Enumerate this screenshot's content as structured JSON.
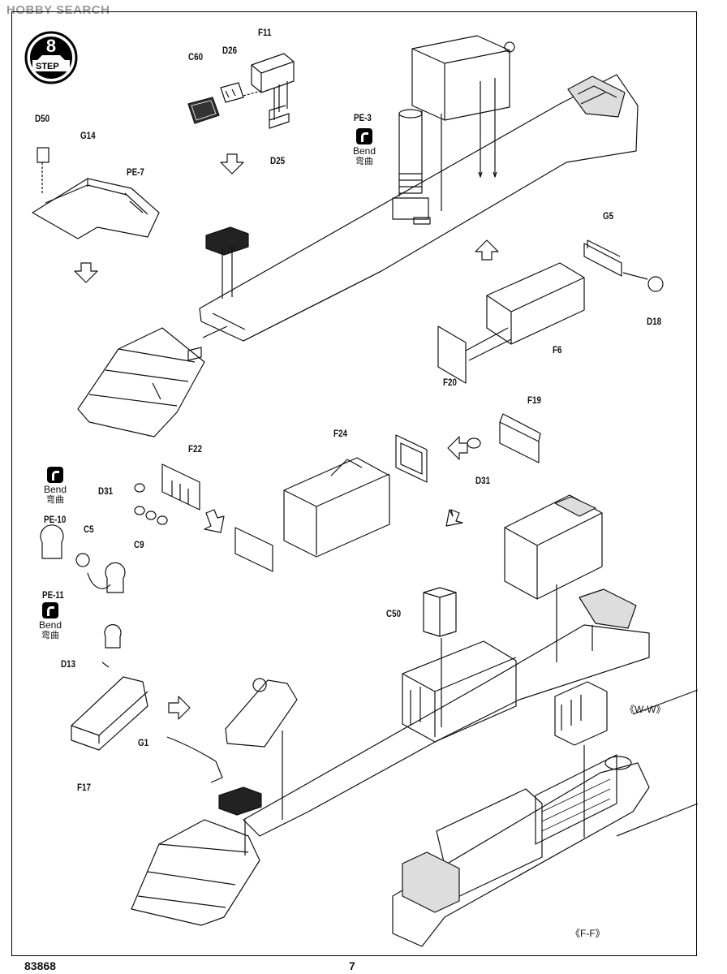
{
  "watermark": "HOBBY SEARCH",
  "step": {
    "number": "8",
    "label": "STEP"
  },
  "parts": {
    "C60": "C60",
    "D26": "D26",
    "F11": "F11",
    "D25": "D25",
    "PE3": "PE-3",
    "D50": "D50",
    "G14": "G14",
    "PE7": "PE-7",
    "G5": "G5",
    "D18": "D18",
    "F6": "F6",
    "F20": "F20",
    "F19": "F19",
    "D31a": "D31",
    "D31b": "D31",
    "F24": "F24",
    "F22": "F22",
    "C9": "C9",
    "PE10": "PE-10",
    "C5": "C5",
    "PE11": "PE-11",
    "D13": "D13",
    "F17": "F17",
    "G1": "G1",
    "C50": "C50"
  },
  "bend_notes": [
    {
      "en": "Bend",
      "cn": "弯曲"
    },
    {
      "en": "Bend",
      "cn": "弯曲"
    },
    {
      "en": "Bend",
      "cn": "弯曲"
    }
  ],
  "views": {
    "ww": "《W-W》",
    "ff": "《F-F》"
  },
  "footer": {
    "code": "83868",
    "page": "7"
  }
}
